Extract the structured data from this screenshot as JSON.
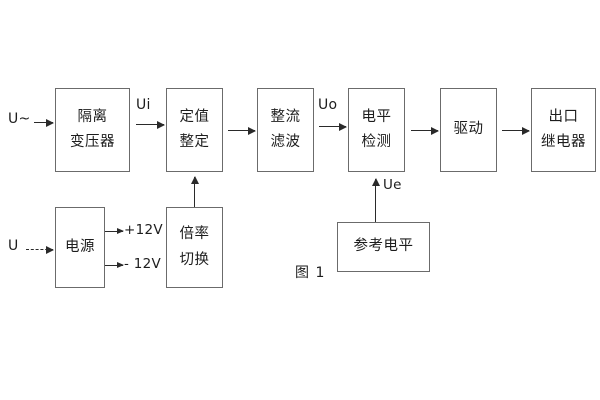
{
  "figure": {
    "caption": "图 1",
    "signal_chain": [
      {
        "id": "isolation-transformer",
        "lines": [
          "隔离",
          "变压器"
        ]
      },
      {
        "id": "setpoint-adjust",
        "lines": [
          "定值",
          "整定"
        ]
      },
      {
        "id": "rectify-filter",
        "lines": [
          "整流",
          "滤波"
        ]
      },
      {
        "id": "level-detect",
        "lines": [
          "电平",
          "检测"
        ]
      },
      {
        "id": "drive",
        "lines": [
          "驱动"
        ]
      },
      {
        "id": "output-relay",
        "lines": [
          "出口",
          "继电器"
        ]
      }
    ],
    "support_blocks": [
      {
        "id": "power-supply",
        "lines": [
          "电源"
        ]
      },
      {
        "id": "multiplier-switch",
        "lines": [
          "倍率",
          "切换"
        ]
      },
      {
        "id": "reference-level",
        "lines": [
          "参考电平"
        ]
      }
    ],
    "signal_labels": {
      "ac_input": "U~",
      "dc_input": "U",
      "ui": "Ui",
      "uo": "Uo",
      "ue": "Ue",
      "rail_positive": "+12V",
      "rail_negative": "- 12V"
    },
    "colors": {
      "box_border": "#6b6b6b",
      "arrow": "#2a2a2a",
      "text": "#1d1d1d",
      "background": "#ffffff"
    }
  }
}
